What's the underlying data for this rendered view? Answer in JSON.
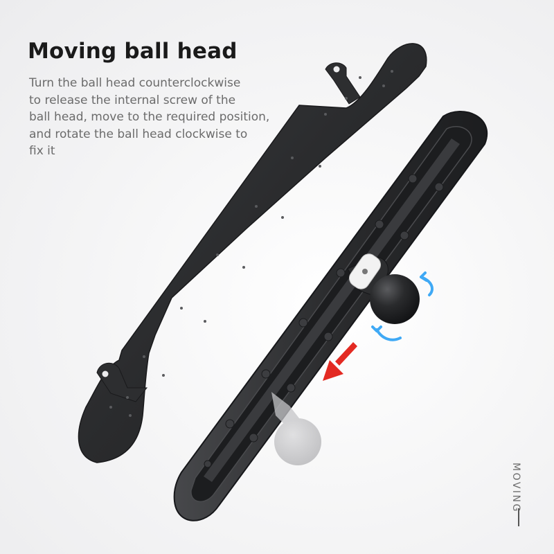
{
  "header": {
    "title": "Moving ball head",
    "description_lines": [
      "Turn the ball head counterclockwise",
      "to release the internal screw of the",
      "ball head, move to the required position,",
      "and rotate the ball head clockwise to",
      "fix it"
    ]
  },
  "side_label": "MOVING",
  "colors": {
    "plate": "#2b2c2e",
    "rail": "#2e2f31",
    "ball": "#222325",
    "rotate_arrow": "#3fa9f5",
    "move_arrow": "#e32a22"
  },
  "icons": {
    "rotate": "circular-arrow-icon",
    "move": "down-arrow-icon"
  }
}
